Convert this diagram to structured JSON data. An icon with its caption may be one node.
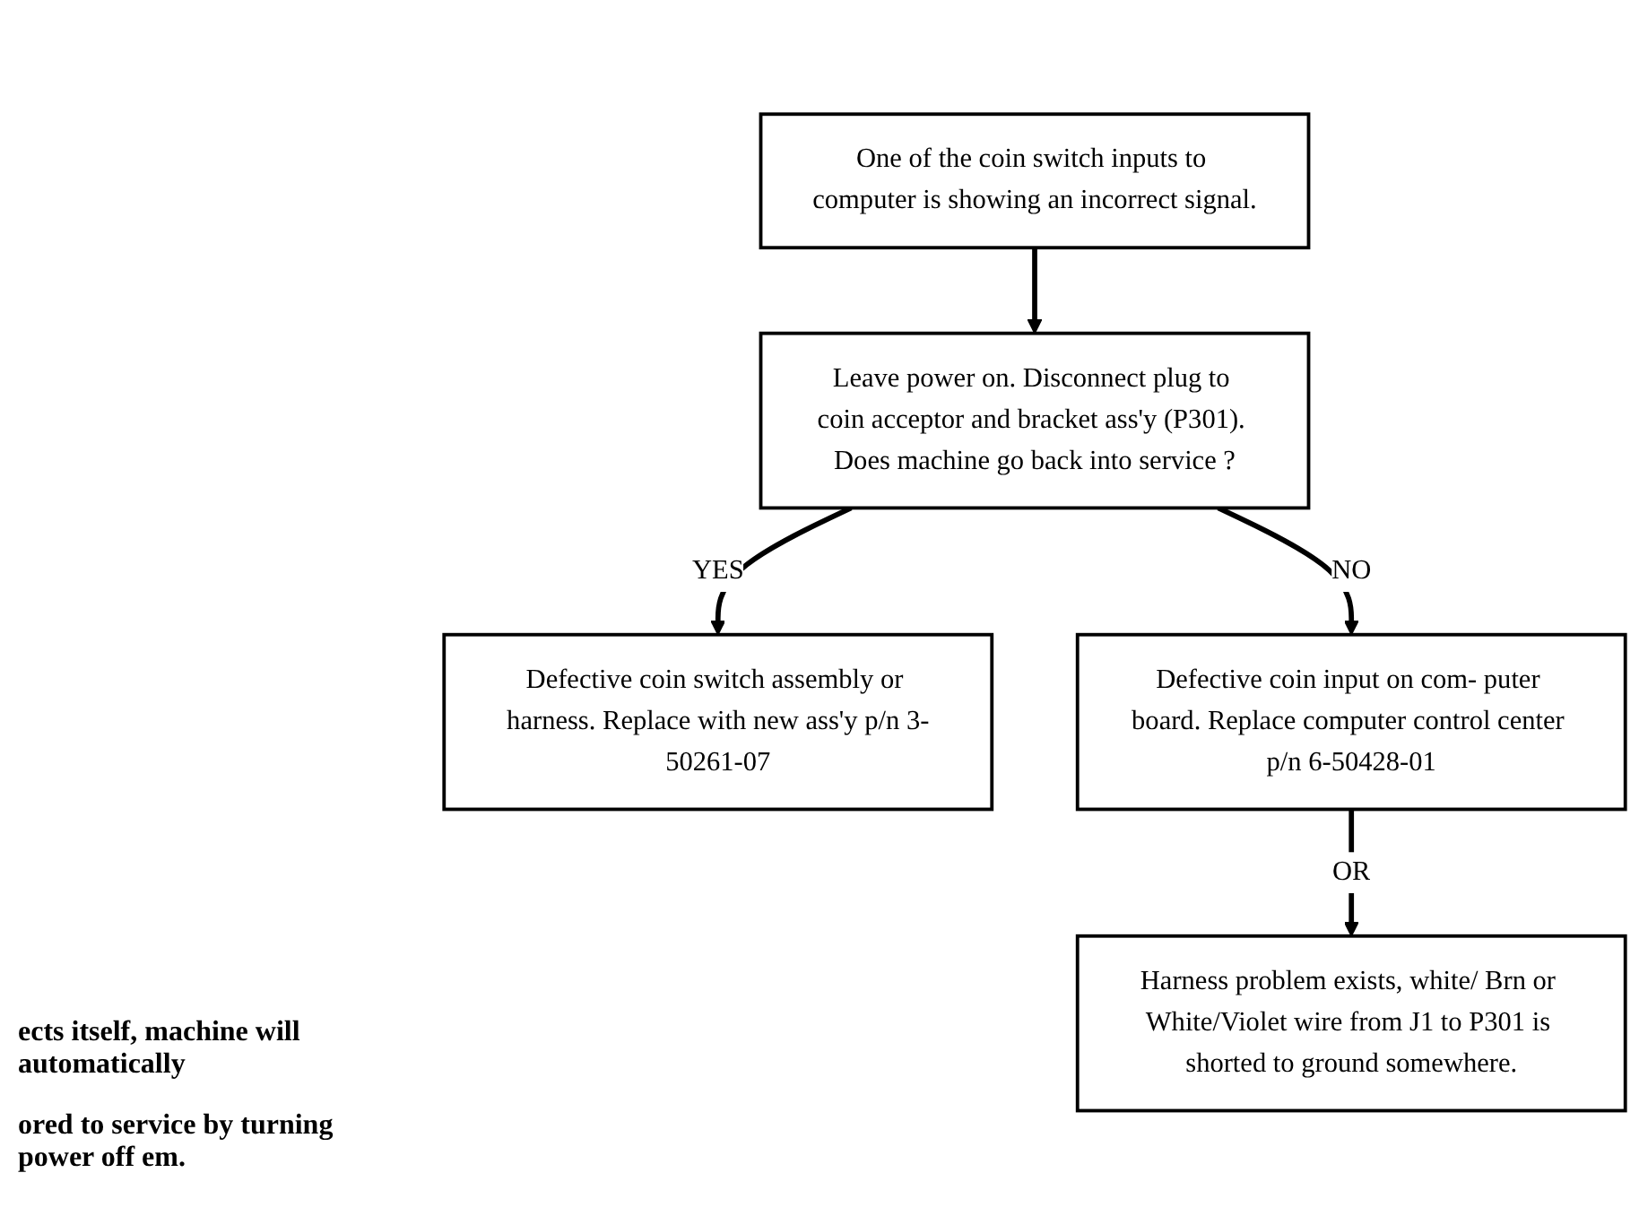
{
  "diagram": {
    "nodes": [
      {
        "text": [
          "One of the coin switch inputs to computer is showing an incorrect signal."
        ]
      },
      {
        "text": [
          "Leave power on. Disconnect plug to coin acceptor and bracket ass'y (P301). Does machine go back into service ?"
        ]
      },
      {
        "text": [
          "Defective coin switch assembly or harness. Replace with new ass'y p/n 3-50261-07"
        ]
      },
      {
        "text": [
          "Defective coin input on com- puter board. Replace computer control center p/n 6-50428-01"
        ]
      },
      {
        "text": [
          "Harness problem exists, white/ Brn or White/Violet wire from J1 to P301 is shorted to ground somewhere."
        ]
      }
    ],
    "edges": [
      {
        "from": 0,
        "to": 1,
        "arrow": "to"
      },
      {
        "from": 1,
        "to": 2,
        "arrow": "to",
        "label": "YES"
      },
      {
        "from": 1,
        "to": 3,
        "arrow": "to",
        "label": "NO"
      },
      {
        "from": 3,
        "to": 4,
        "arrow": "to",
        "label": "OR"
      }
    ],
    "labels": [
      "ects itself, machine will automatically",
      "ored to service by turning power off em."
    ]
  }
}
